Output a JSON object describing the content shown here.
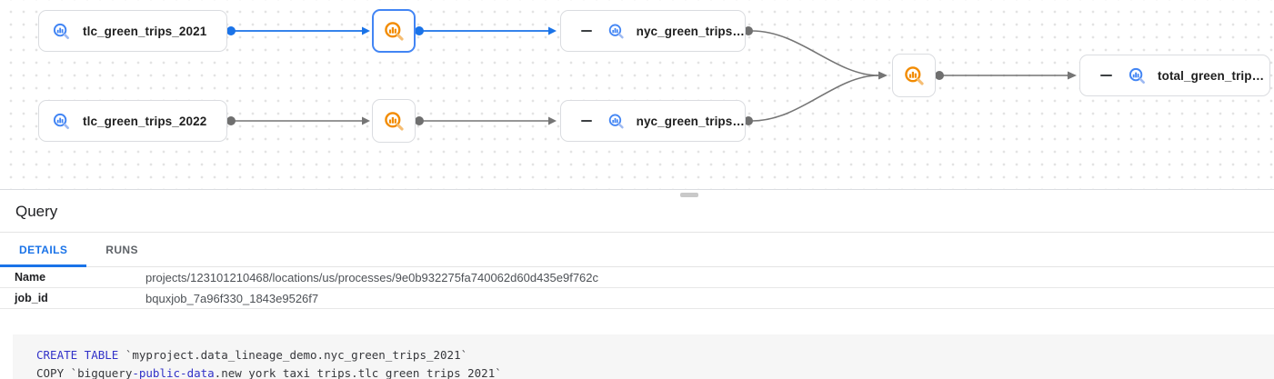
{
  "graph": {
    "nodes": [
      {
        "label": "tlc_green_trips_2021",
        "kind": "table"
      },
      {
        "kind": "process",
        "icon": "bigquery-process-icon",
        "selected": true
      },
      {
        "label": "nyc_green_trips…",
        "kind": "table",
        "collapsed_control": true
      },
      {
        "label": "tlc_green_trips_2022",
        "kind": "table"
      },
      {
        "kind": "process",
        "icon": "bigquery-process-icon",
        "selected": false
      },
      {
        "label": "nyc_green_trips…",
        "kind": "table",
        "collapsed_control": true
      },
      {
        "kind": "process",
        "icon": "bigquery-process-icon",
        "selected": false
      },
      {
        "label": "total_green_trip…",
        "kind": "table",
        "collapsed_control": true
      }
    ]
  },
  "panel": {
    "title": "Query",
    "tabs": [
      {
        "label": "DETAILS",
        "active": true
      },
      {
        "label": "RUNS",
        "active": false
      }
    ],
    "details": {
      "rows": [
        {
          "label": "Name",
          "value": "projects/123101210468/locations/us/processes/9e0b932275fa740062d60d435e9f762c"
        },
        {
          "label": "job_id",
          "value": "bquxjob_7a96f330_1843e9526f7"
        }
      ]
    }
  },
  "code": {
    "lines": [
      {
        "segments": [
          {
            "text": "CREATE TABLE",
            "style": "keyword"
          },
          {
            "text": " `myproject.data_lineage_demo.nyc_green_trips_2021`",
            "style": "plain"
          }
        ]
      },
      {
        "segments": [
          {
            "text": "COPY `bigquery",
            "style": "plain"
          },
          {
            "text": "-public-data",
            "style": "keyword"
          },
          {
            "text": ".new_york_taxi_trips.tlc_green_trips_2021`",
            "style": "plain"
          }
        ]
      }
    ]
  },
  "colors": {
    "selection_blue": "#4285f4",
    "edge_blue": "#1a73e8",
    "edge_gray": "#757575",
    "node_border_gray": "#dadce0",
    "table_icon_blue": "#4285f4",
    "process_icon_orange": "#f28b00",
    "active_tab_blue": "#1a73e8",
    "code_keyword_blue": "#3232c8",
    "code_background": "#f6f6f6"
  }
}
